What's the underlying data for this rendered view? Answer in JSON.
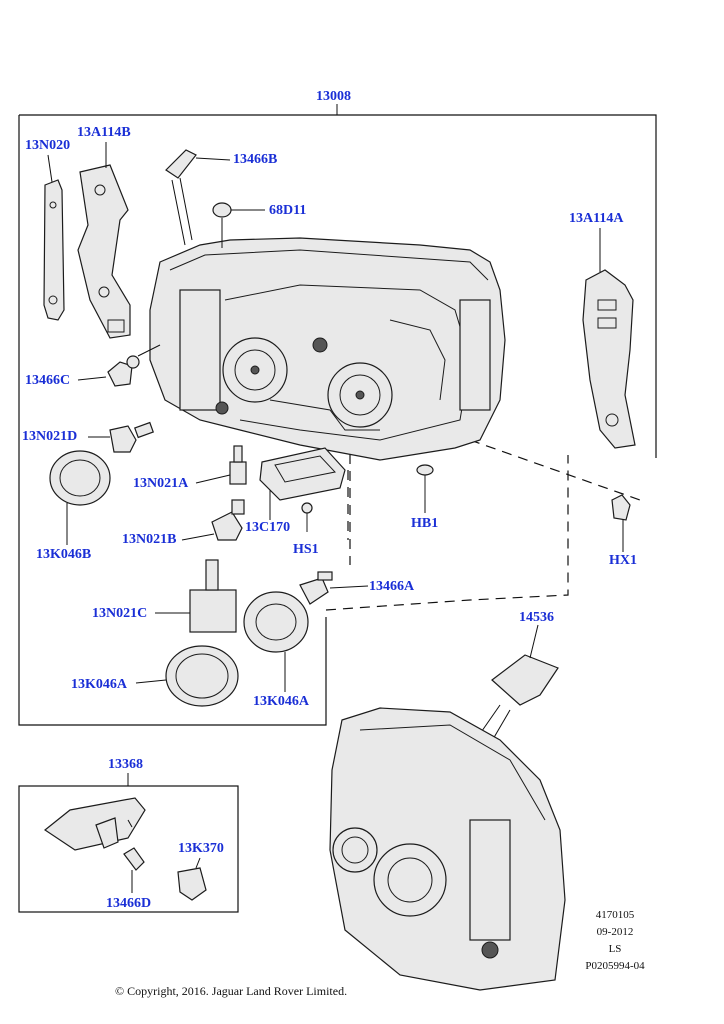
{
  "labels": {
    "l13008": "13008",
    "l13N020": "13N020",
    "l13A114B": "13A114B",
    "l13466B": "13466B",
    "l68D11": "68D11",
    "l13A114A": "13A114A",
    "l13466C": "13466C",
    "l13N021D": "13N021D",
    "l13N021A": "13N021A",
    "l13K046B": "13K046B",
    "l13N021B": "13N021B",
    "l13C170": "13C170",
    "lHS1": "HS1",
    "lHB1": "HB1",
    "lHX1": "HX1",
    "l13466A": "13466A",
    "l13N021C": "13N021C",
    "l14536": "14536",
    "l13K046A_left": "13K046A",
    "l13K046A_right": "13K046A",
    "l13368": "13368",
    "l13K370": "13K370",
    "l13466D": "13466D"
  },
  "meta": {
    "line1": "4170105",
    "line2": "09-2012",
    "line3": "LS",
    "line4": "P0205994-04"
  },
  "copyright": "© Copyright, 2016. Jaguar Land Rover Limited."
}
